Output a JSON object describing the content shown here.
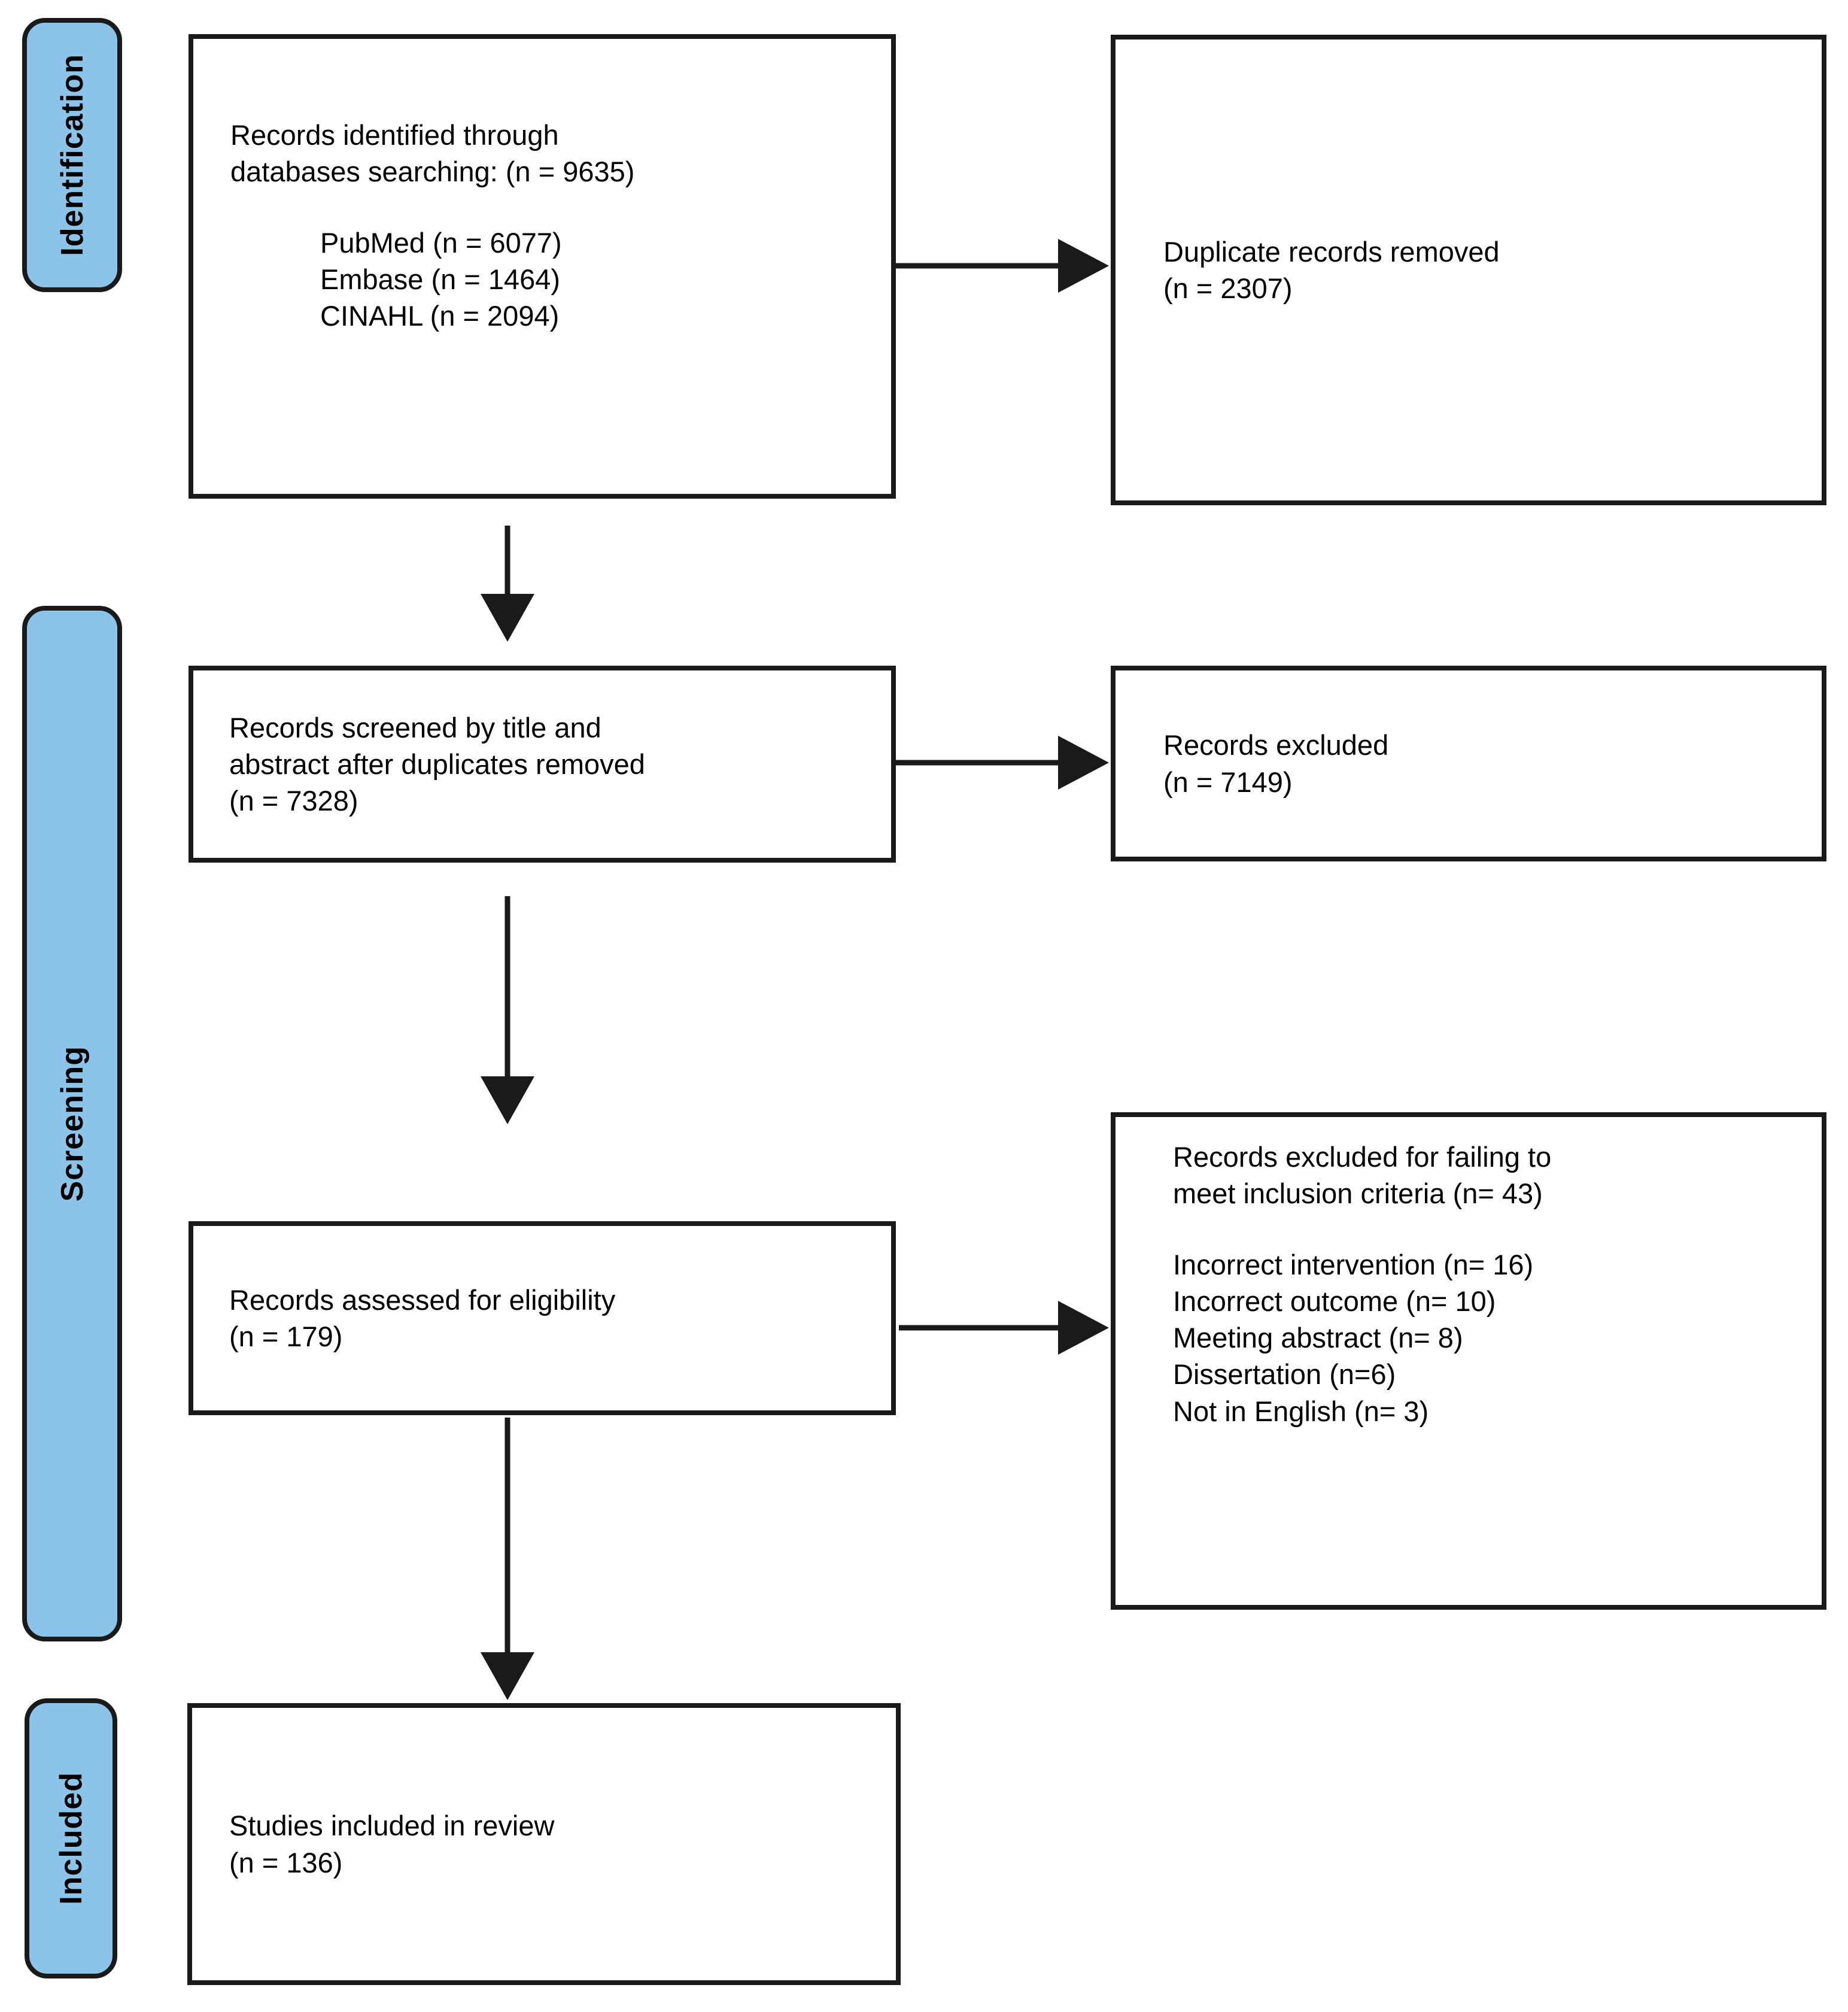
{
  "diagram": {
    "stages": {
      "identification": "Identification",
      "screening": "Screening",
      "included": "Included"
    },
    "boxes": {
      "identified": {
        "header": "Records identified through\ndatabases searching: (n = 9635)",
        "sources": "PubMed (n = 6077)\nEmbase (n = 1464)\nCINAHL (n = 2094)"
      },
      "duplicates_removed": {
        "text": "Duplicate records removed\n(n = 2307)"
      },
      "screened": {
        "text": "Records screened by title and\nabstract after duplicates removed\n(n = 7328)"
      },
      "excluded": {
        "text": "Records excluded\n(n = 7149)"
      },
      "assessed": {
        "text": "Records assessed for eligibility\n(n = 179)"
      },
      "excluded_criteria": {
        "header": "Records excluded for failing to\nmeet inclusion criteria (n= 43)",
        "reasons": "Incorrect intervention (n= 16)\nIncorrect outcome (n= 10)\nMeeting abstract (n= 8)\nDissertation (n=6)\nNot in English (n= 3)"
      },
      "included": {
        "text": "Studies included in review\n(n = 136)"
      }
    },
    "colors": {
      "stage_fill": "#8CC3E8",
      "line": "#1A1A1A"
    }
  }
}
